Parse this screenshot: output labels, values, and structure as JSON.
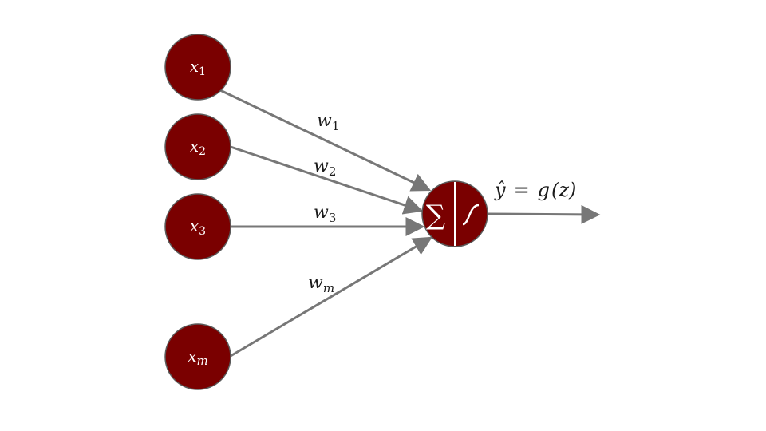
{
  "diagram": {
    "title": "Perceptron",
    "colors": {
      "node_fill": "#7a0000",
      "node_stroke": "#5a5a5a",
      "edge": "#777777",
      "node_text": "#ffffff",
      "label_text": "#1a1a1a"
    },
    "inputs": [
      {
        "id": "x1",
        "var": "x",
        "sub": "1"
      },
      {
        "id": "x2",
        "var": "x",
        "sub": "2"
      },
      {
        "id": "x3",
        "var": "x",
        "sub": "3"
      },
      {
        "id": "xm",
        "var": "x",
        "sub": "m"
      }
    ],
    "weights": [
      {
        "var": "w",
        "sub": "1"
      },
      {
        "var": "w",
        "sub": "2"
      },
      {
        "var": "w",
        "sub": "3"
      },
      {
        "var": "w",
        "sub": "m"
      }
    ],
    "neuron": {
      "sum_symbol": "∑",
      "activation": "sigmoid"
    },
    "output": {
      "lhs": "ŷ",
      "eq": "=",
      "fn": "g",
      "arg": "(z)"
    }
  }
}
